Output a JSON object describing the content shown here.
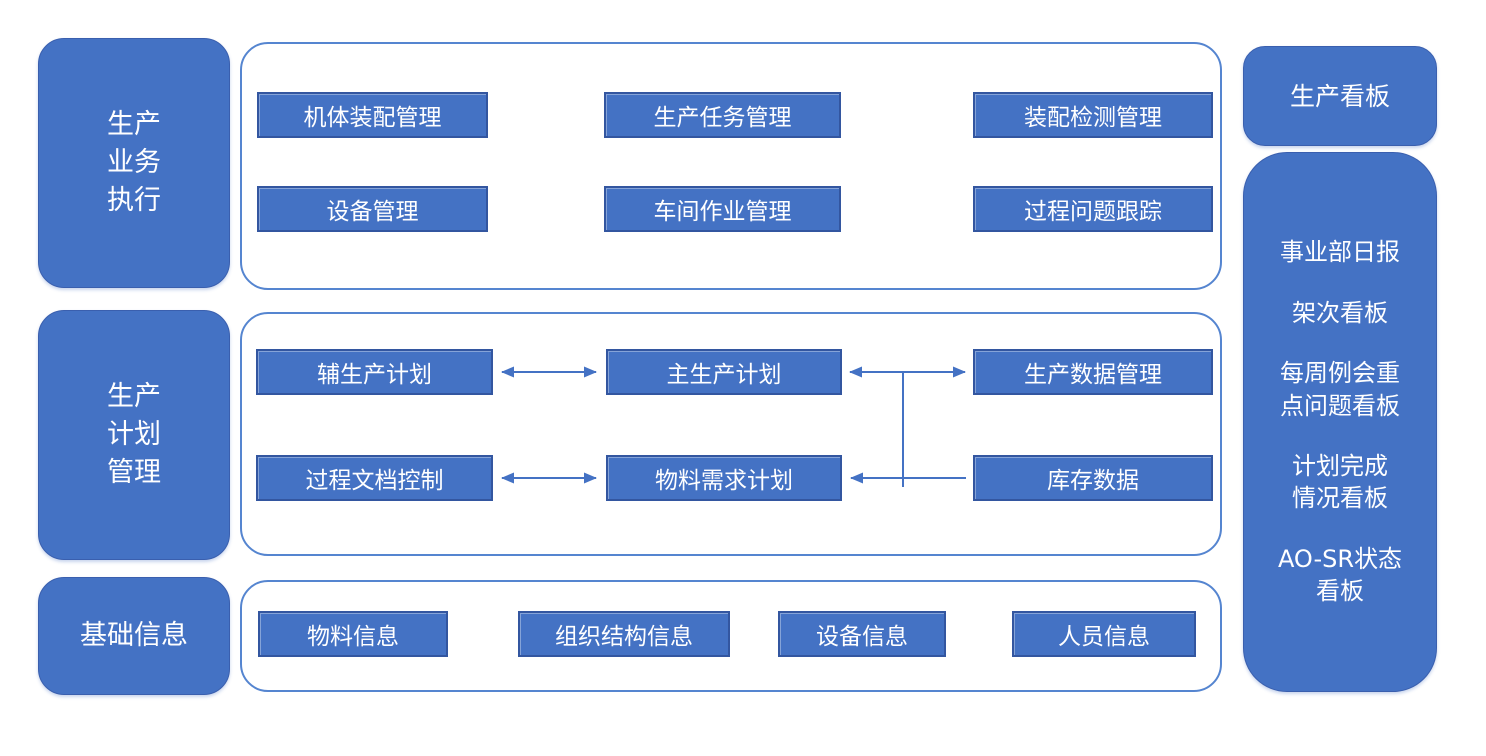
{
  "colors": {
    "accent_blue": "#4472C4",
    "module_border": "#3356A0",
    "outline_blue": "#5585D0",
    "text_light": "#FFFFFF"
  },
  "left_column": {
    "production_execution": "生产\n业务\n执行",
    "production_planning": "生产\n计划\n管理",
    "basic_info": "基础信息"
  },
  "sections": {
    "execution": {
      "boxes": [
        "机体装配管理",
        "生产任务管理",
        "装配检测管理",
        "设备管理",
        "车间作业管理",
        "过程问题跟踪"
      ]
    },
    "planning": {
      "boxes": [
        "辅生产计划",
        "主生产计划",
        "生产数据管理",
        "过程文档控制",
        "物料需求计划",
        "库存数据"
      ]
    },
    "basic": {
      "boxes": [
        "物料信息",
        "组织结构信息",
        "设备信息",
        "人员信息"
      ]
    }
  },
  "right_column": {
    "header": "生产看板",
    "items": [
      "事业部日报",
      "架次看板",
      "每周例会重\n点问题看板",
      "计划完成\n情况看板",
      "AO-SR状态\n看板"
    ]
  }
}
